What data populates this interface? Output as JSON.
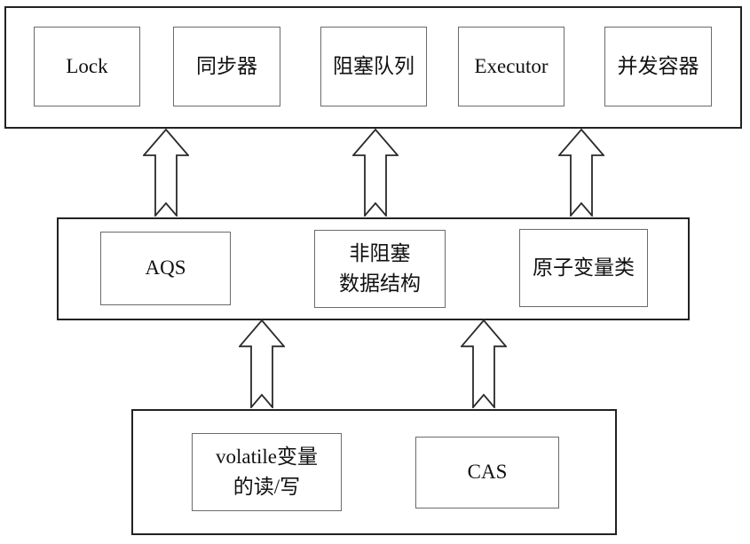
{
  "diagram": {
    "top_layer": {
      "boxes": [
        {
          "label": "Lock"
        },
        {
          "label": "同步器"
        },
        {
          "label": "阻塞队列"
        },
        {
          "label": "Executor"
        },
        {
          "label": "并发容器"
        }
      ]
    },
    "middle_layer": {
      "boxes": [
        {
          "label": "AQS"
        },
        {
          "label": "非阻塞\n数据结构"
        },
        {
          "label": "原子变量类"
        }
      ]
    },
    "bottom_layer": {
      "boxes": [
        {
          "label": "volatile变量\n的读/写"
        },
        {
          "label": "CAS"
        }
      ]
    },
    "arrows": {
      "direction": "up",
      "middle_to_top_count": 3,
      "bottom_to_middle_count": 2
    },
    "colors": {
      "background": "#ffffff",
      "container_border": "#222222",
      "box_border": "#6b6b6b",
      "arrow_outline": "#2a2a2a",
      "text": "#111111"
    }
  }
}
